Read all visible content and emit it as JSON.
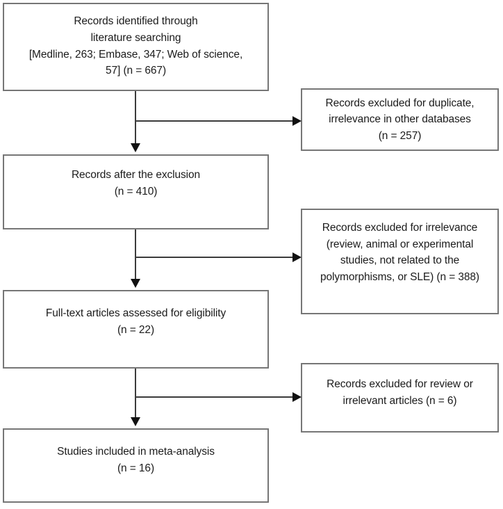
{
  "diagram": {
    "type": "prisma-flow-diagram",
    "title": "",
    "colors": {
      "box_border": "#767676",
      "connector": "#3b3b3b",
      "arrow": "#111111",
      "text": "#1b1b1b",
      "background": "#ffffff"
    }
  },
  "flow": {
    "stages": [
      {
        "id": "identified",
        "text": "Records identified through\nliterature searching\n[Medline, 263; Embase, 347; Web of science,\n57] (n = 667)",
        "count": 667,
        "sources": [
          {
            "name": "Medline",
            "count": 263
          },
          {
            "name": "Embase",
            "count": 347
          },
          {
            "name": "Web of science",
            "count": 57
          }
        ]
      },
      {
        "id": "after-exclusion",
        "text": "Records after the exclusion\n(n = 410)",
        "count": 410
      },
      {
        "id": "fulltext",
        "text": "Full-text articles assessed for eligibility\n(n = 22)",
        "count": 22
      },
      {
        "id": "included",
        "text": "Studies included in meta-analysis\n(n = 16)",
        "count": 16
      }
    ],
    "exclusions": [
      {
        "id": "excl-duplicate",
        "text": "Records excluded for duplicate,\nirrelevance in other databases\n(n = 257)",
        "count": 257
      },
      {
        "id": "excl-irrelevance",
        "text": "Records excluded for irrelevance\n(review, animal or experimental\nstudies, not related to the\npolymorphisms, or SLE) (n = 388)",
        "count": 388
      },
      {
        "id": "excl-review",
        "text": "Records excluded for review or\nirrelevant articles (n = 6)",
        "count": 6
      }
    ]
  }
}
